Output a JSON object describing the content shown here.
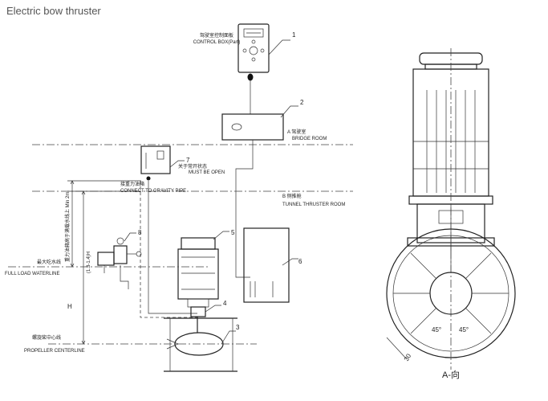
{
  "header": {
    "title": "Electric bow thruster"
  },
  "labels": {
    "control_cn": "驾驶室控制面板",
    "control_en": "CONTROL BOX(Part)",
    "bridge_cn": "A 驾驶室",
    "bridge_en": "BRIDGE ROOM",
    "tunnel_cn": "B 侧推舱",
    "tunnel_en": "TUNNEL THRUSTER ROOM",
    "open_cn": "关于常开状态",
    "open_en": "MUST BE OPEN",
    "gravity_cn": "接重力油箱",
    "gravity_en": "CONNECT TO GRAVITY PIPE",
    "waterline_cn": "最大吃水线",
    "waterline_en": "FULL LOAD WATERLINE",
    "centerline_cn": "螺旋桨中心线",
    "centerline_en": "PROPELLER CENTERLINE",
    "vert_cn": "重力油箱高于满载水线上 Min 2m",
    "dim_range": "(1.3-1.4)H",
    "dim_h": "H",
    "angle_left": "45°",
    "angle_right": "45°",
    "dim_30": "30",
    "view": "A-向"
  },
  "callouts": [
    "1",
    "2",
    "3",
    "4",
    "5",
    "6",
    "7",
    "8"
  ]
}
